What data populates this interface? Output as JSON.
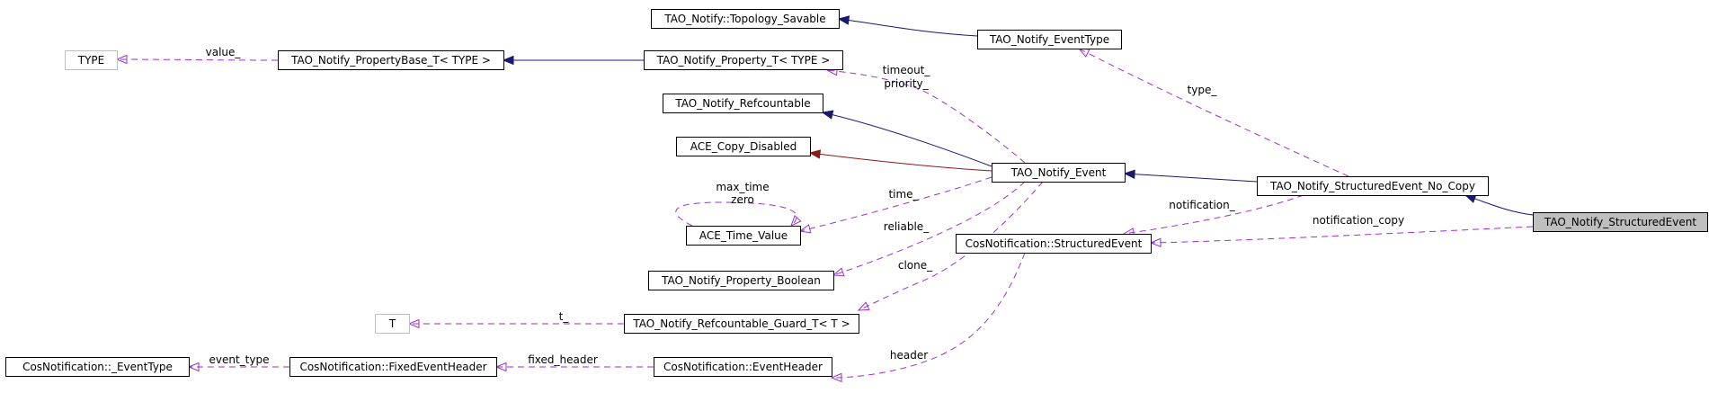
{
  "colors": {
    "inherit": "#191970",
    "inherit_private": "#8b1a1a",
    "usage": "#9a32cd",
    "focus_fill": "#bfbfbf"
  },
  "nodes": [
    {
      "id": "type",
      "label": "TYPE",
      "kind": "external"
    },
    {
      "id": "property_base",
      "label": "TAO_Notify_PropertyBase_T< TYPE >",
      "kind": "class"
    },
    {
      "id": "topology_savable",
      "label": "TAO_Notify::Topology_Savable",
      "kind": "class"
    },
    {
      "id": "property_t",
      "label": "TAO_Notify_Property_T< TYPE >",
      "kind": "class"
    },
    {
      "id": "event_type",
      "label": "TAO_Notify_EventType",
      "kind": "class"
    },
    {
      "id": "refcountable",
      "label": "TAO_Notify_Refcountable",
      "kind": "class"
    },
    {
      "id": "copy_disabled",
      "label": "ACE_Copy_Disabled",
      "kind": "class"
    },
    {
      "id": "notify_event",
      "label": "TAO_Notify_Event",
      "kind": "class"
    },
    {
      "id": "se_no_copy",
      "label": "TAO_Notify_StructuredEvent_No_Copy",
      "kind": "class"
    },
    {
      "id": "structured_event",
      "label": "TAO_Notify_StructuredEvent",
      "kind": "focus"
    },
    {
      "id": "time_value",
      "label": "ACE_Time_Value",
      "kind": "class"
    },
    {
      "id": "cos_structured_event",
      "label": "CosNotification::StructuredEvent",
      "kind": "class"
    },
    {
      "id": "property_boolean",
      "label": "TAO_Notify_Property_Boolean",
      "kind": "class"
    },
    {
      "id": "t",
      "label": "T",
      "kind": "external"
    },
    {
      "id": "refcountable_guard",
      "label": "TAO_Notify_Refcountable_Guard_T< T >",
      "kind": "class"
    },
    {
      "id": "cos_event_type",
      "label": "CosNotification::_EventType",
      "kind": "class"
    },
    {
      "id": "fixed_event_header",
      "label": "CosNotification::FixedEventHeader",
      "kind": "class"
    },
    {
      "id": "event_header",
      "label": "CosNotification::EventHeader",
      "kind": "class"
    }
  ],
  "edges": [
    {
      "from": "property_base",
      "to": "type",
      "kind": "usage",
      "labels": [
        "value_"
      ]
    },
    {
      "from": "property_t",
      "to": "property_base",
      "kind": "inherit",
      "labels": []
    },
    {
      "from": "event_type",
      "to": "topology_savable",
      "kind": "inherit",
      "labels": []
    },
    {
      "from": "notify_event",
      "to": "property_t",
      "kind": "usage",
      "labels": [
        "timeout_",
        "priority_"
      ]
    },
    {
      "from": "notify_event",
      "to": "refcountable",
      "kind": "inherit",
      "labels": []
    },
    {
      "from": "notify_event",
      "to": "copy_disabled",
      "kind": "inherit_private",
      "labels": []
    },
    {
      "from": "notify_event",
      "to": "time_value",
      "kind": "usage",
      "labels": [
        "time_"
      ]
    },
    {
      "from": "time_value",
      "to": "time_value",
      "kind": "usage",
      "labels": [
        "max_time",
        "zero"
      ]
    },
    {
      "from": "notify_event",
      "to": "property_boolean",
      "kind": "usage",
      "labels": [
        "reliable_"
      ]
    },
    {
      "from": "notify_event",
      "to": "refcountable_guard",
      "kind": "usage",
      "labels": [
        "clone_"
      ]
    },
    {
      "from": "refcountable_guard",
      "to": "t",
      "kind": "usage",
      "labels": [
        "t_"
      ]
    },
    {
      "from": "se_no_copy",
      "to": "notify_event",
      "kind": "inherit",
      "labels": []
    },
    {
      "from": "se_no_copy",
      "to": "event_type",
      "kind": "usage",
      "labels": [
        "type_"
      ]
    },
    {
      "from": "se_no_copy",
      "to": "cos_structured_event",
      "kind": "usage",
      "labels": [
        "notification_"
      ]
    },
    {
      "from": "structured_event",
      "to": "se_no_copy",
      "kind": "inherit",
      "labels": []
    },
    {
      "from": "structured_event",
      "to": "cos_structured_event",
      "kind": "usage",
      "labels": [
        "notification_copy"
      ]
    },
    {
      "from": "cos_structured_event",
      "to": "event_header",
      "kind": "usage",
      "labels": [
        "header"
      ]
    },
    {
      "from": "event_header",
      "to": "fixed_event_header",
      "kind": "usage",
      "labels": [
        "fixed_header"
      ]
    },
    {
      "from": "fixed_event_header",
      "to": "cos_event_type",
      "kind": "usage",
      "labels": [
        "event_type"
      ]
    }
  ]
}
